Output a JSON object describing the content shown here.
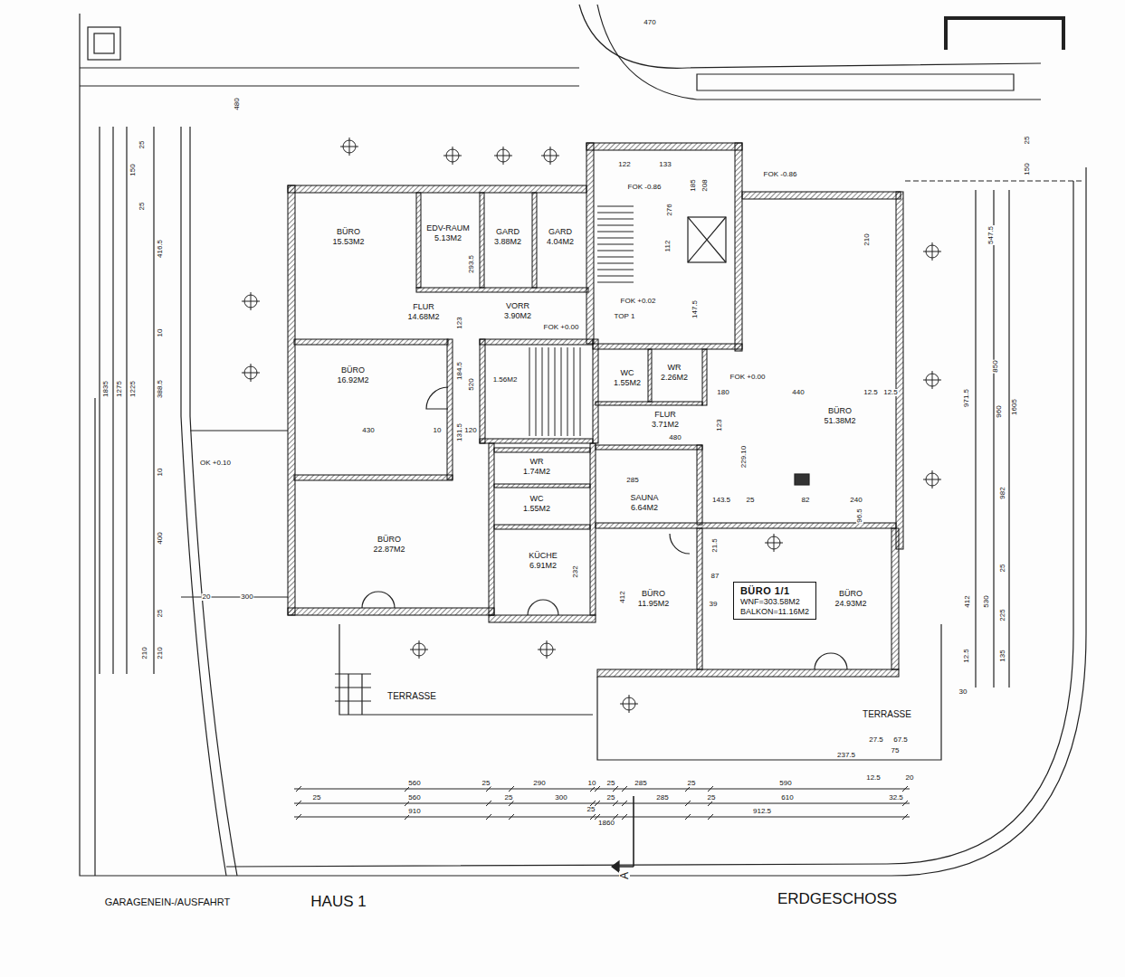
{
  "diagram": {
    "nodes": [
      {
        "text": [
          "BÜRO",
          "15.53M2"
        ]
      },
      {
        "text": [
          "EDV-RAUM",
          "5.13M2"
        ]
      },
      {
        "text": [
          "GARD",
          "3.88M2"
        ]
      },
      {
        "text": [
          "GARD",
          "4.04M2"
        ]
      },
      {
        "text": [
          "FLUR",
          "14.68M2"
        ]
      },
      {
        "text": [
          "VORR",
          "3.90M2"
        ]
      },
      {
        "text": [
          "BÜRO",
          "16.92M2"
        ]
      },
      {
        "text": [
          "WC",
          "1.55M2"
        ]
      },
      {
        "text": [
          "WR",
          "2.26M2"
        ]
      },
      {
        "text": [
          "FLUR",
          "3.71M2"
        ]
      },
      {
        "text": [
          "BÜRO",
          "51.38M2"
        ]
      },
      {
        "text": [
          "WR",
          "1.74M2"
        ]
      },
      {
        "text": [
          "WC",
          "1.55M2"
        ]
      },
      {
        "text": [
          "SAUNA",
          "6.64M2"
        ]
      },
      {
        "text": [
          "BÜRO",
          "22.87M2"
        ]
      },
      {
        "text": [
          "KÜCHE",
          "6.91M2"
        ]
      },
      {
        "text": [
          "BÜRO",
          "11.95M2"
        ]
      },
      {
        "text": [
          "BÜRO",
          "24.93M2"
        ]
      },
      {
        "text": [
          "BÜRO 1/1",
          "WNF=303.58M2",
          "BALKON=11.16M2"
        ]
      }
    ],
    "labels": [
      "480",
      "470",
      "25",
      "150",
      "25",
      "416.5",
      "10",
      "1835",
      "1275",
      "1225",
      "388.5",
      "10",
      "400",
      "25",
      "210",
      "210",
      "20",
      "300",
      "OK +0.10",
      "430",
      "10",
      "120",
      "123",
      "184.5",
      "131.5",
      "520",
      "293.5",
      "FOK +0.00",
      "TOP 1",
      "FOK +0.02",
      "FOK -0.86",
      "FOK -0.86",
      "122",
      "133",
      "276",
      "185",
      "208",
      "112",
      "147.5",
      "FOK +0.00",
      "180",
      "440",
      "12.5",
      "12.5",
      "480",
      "123",
      "229.10",
      "285",
      "143.5",
      "25",
      "82",
      "240",
      "96.5",
      "21.5",
      "412",
      "87",
      "39",
      "232",
      "210",
      "237.5",
      "27.5",
      "67.5",
      "75",
      "547.5",
      "850",
      "971.5",
      "960",
      "1605",
      "982",
      "25",
      "412",
      "530",
      "225",
      "135",
      "12.5",
      "30",
      "25",
      "150",
      "560",
      "25",
      "290",
      "10",
      "25",
      "285",
      "25",
      "590",
      "12.5",
      "20",
      "25",
      "560",
      "25",
      "300",
      "25",
      "285",
      "25",
      "610",
      "32.5",
      "910",
      "25",
      "912.5",
      "1860",
      "A",
      "TERRASSE",
      "TERRASSE",
      "GARAGENEIN-/AUSFAHRT",
      "HAUS 1",
      "ERDGESCHOSS",
      "1.56M2"
    ]
  }
}
